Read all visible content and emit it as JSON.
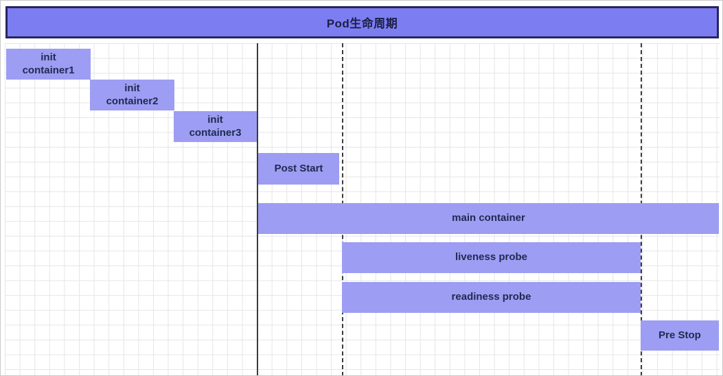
{
  "title": "Pod生命周期",
  "bars": [
    {
      "name": "init-container1",
      "lines": [
        "init",
        "container1"
      ]
    },
    {
      "name": "init-container2",
      "lines": [
        "init",
        "container2"
      ]
    },
    {
      "name": "init-container3",
      "lines": [
        "init",
        "container3"
      ]
    },
    {
      "name": "post-start",
      "lines": [
        "Post Start"
      ]
    },
    {
      "name": "main-container",
      "lines": [
        "main container"
      ]
    },
    {
      "name": "liveness-probe",
      "lines": [
        "liveness probe"
      ]
    },
    {
      "name": "readiness-probe",
      "lines": [
        "readiness probe"
      ]
    },
    {
      "name": "pre-stop",
      "lines": [
        "Pre Stop"
      ]
    }
  ],
  "colors": {
    "bar_fill": "#9d9df3",
    "title_fill": "#7d7df2",
    "title_border": "#26265e",
    "text": "#1f2a50",
    "grid_line": "#e5e5e5",
    "guide_line": "#3a3a3a"
  }
}
